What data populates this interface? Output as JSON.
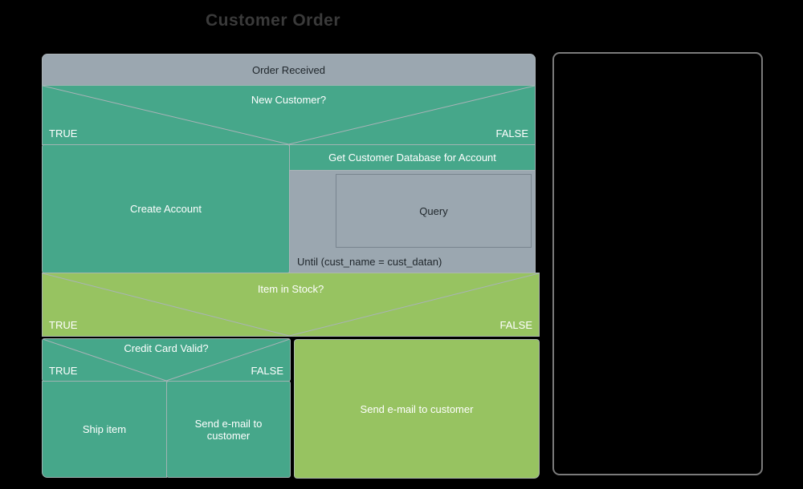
{
  "title": "Customer Order",
  "colors": {
    "teal": "#46a78a",
    "green": "#97c361",
    "gray": "#9ba7b0",
    "background": "#000000",
    "panel_border": "#7b7b7b",
    "line": "#aab3b8",
    "text_dark": "#1f262b",
    "text_light": "#ffffff",
    "title_color": "#3a3a3a"
  },
  "diagram": {
    "order_received": "Order Received",
    "new_customer": {
      "question": "New Customer?",
      "true_label": "TRUE",
      "false_label": "FALSE"
    },
    "create_account": "Create Account",
    "get_customer_db": "Get Customer Database for Account",
    "query": "Query",
    "until_condition": "Until (cust_name = cust_datan)",
    "item_in_stock": {
      "question": "Item in Stock?",
      "true_label": "TRUE",
      "false_label": "FALSE"
    },
    "credit_card_valid": {
      "question": "Credit Card Valid?",
      "true_label": "TRUE",
      "false_label": "FALSE"
    },
    "ship_item": "Ship item",
    "send_email_credit": "Send e-mail to customer",
    "send_email_stock": "Send e-mail to customer"
  }
}
